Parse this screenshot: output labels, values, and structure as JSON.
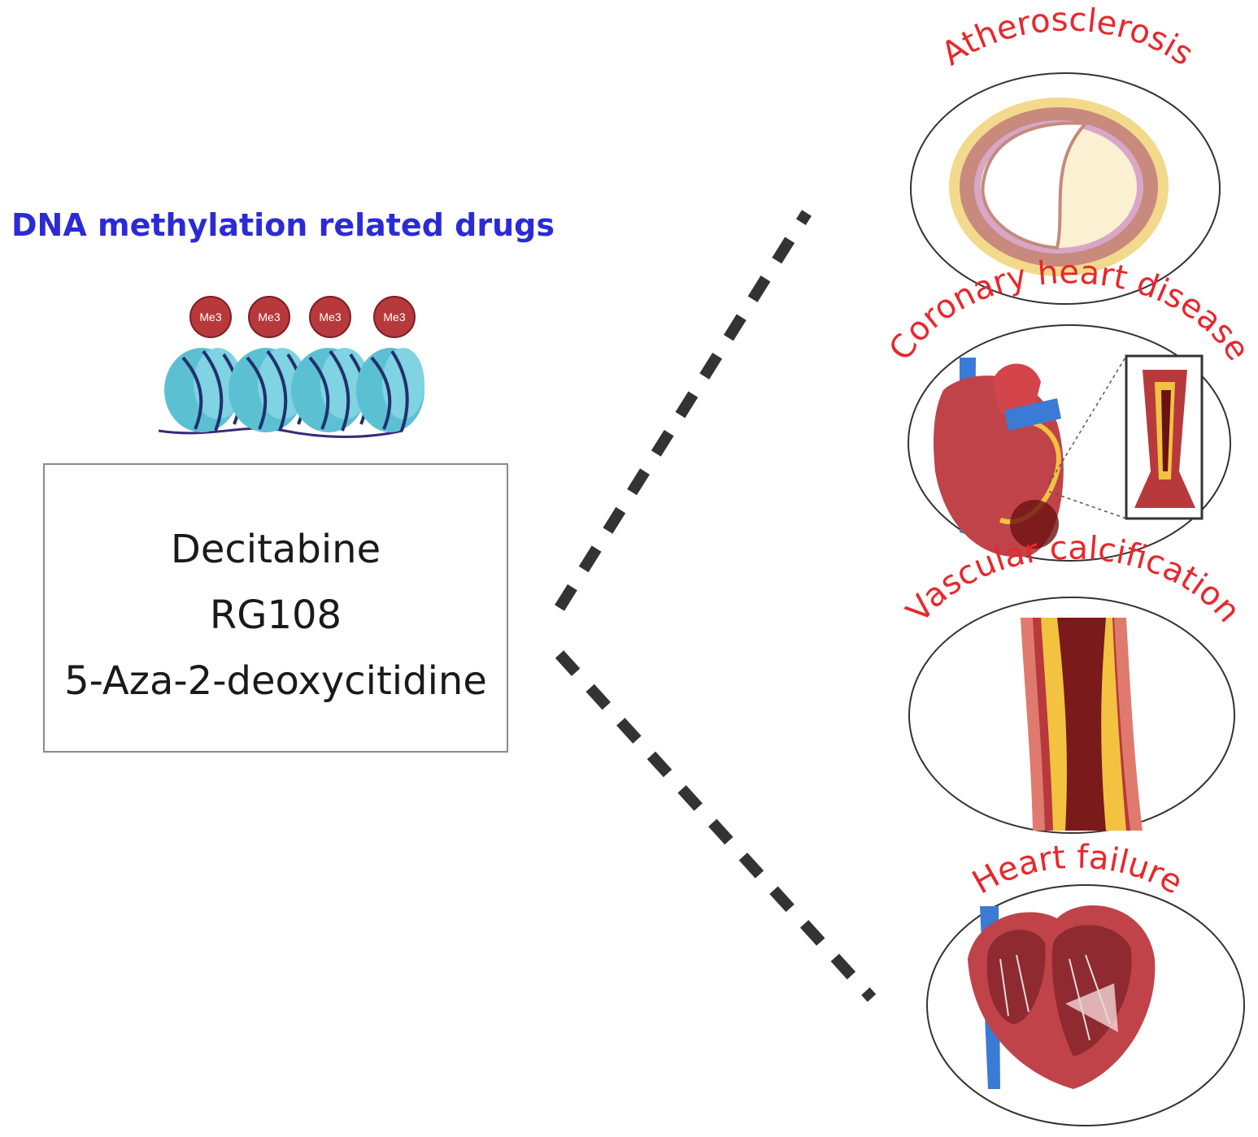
{
  "title": "DNA methylation related drugs",
  "methyl_marks": [
    "Me3",
    "Me3",
    "Me3",
    "Me3"
  ],
  "drugs": [
    "Decitabine",
    "RG108",
    "5-Aza-2-deoxycitidine"
  ],
  "diseases": [
    {
      "label": "Atherosclerosis",
      "icon": "artery-cross-section-icon"
    },
    {
      "label": "Coronary heart disease",
      "icon": "heart-with-blocked-artery-icon"
    },
    {
      "label": "Vascular calcification",
      "icon": "calcified-vessel-icon"
    },
    {
      "label": "Heart failure",
      "icon": "heart-cutaway-icon"
    }
  ],
  "colors": {
    "title": "#2b2bd6",
    "disease_label": "#e8272c",
    "connector": "#333333",
    "nucleosome": "#5cc0d3",
    "methyl": "#b8393c"
  }
}
